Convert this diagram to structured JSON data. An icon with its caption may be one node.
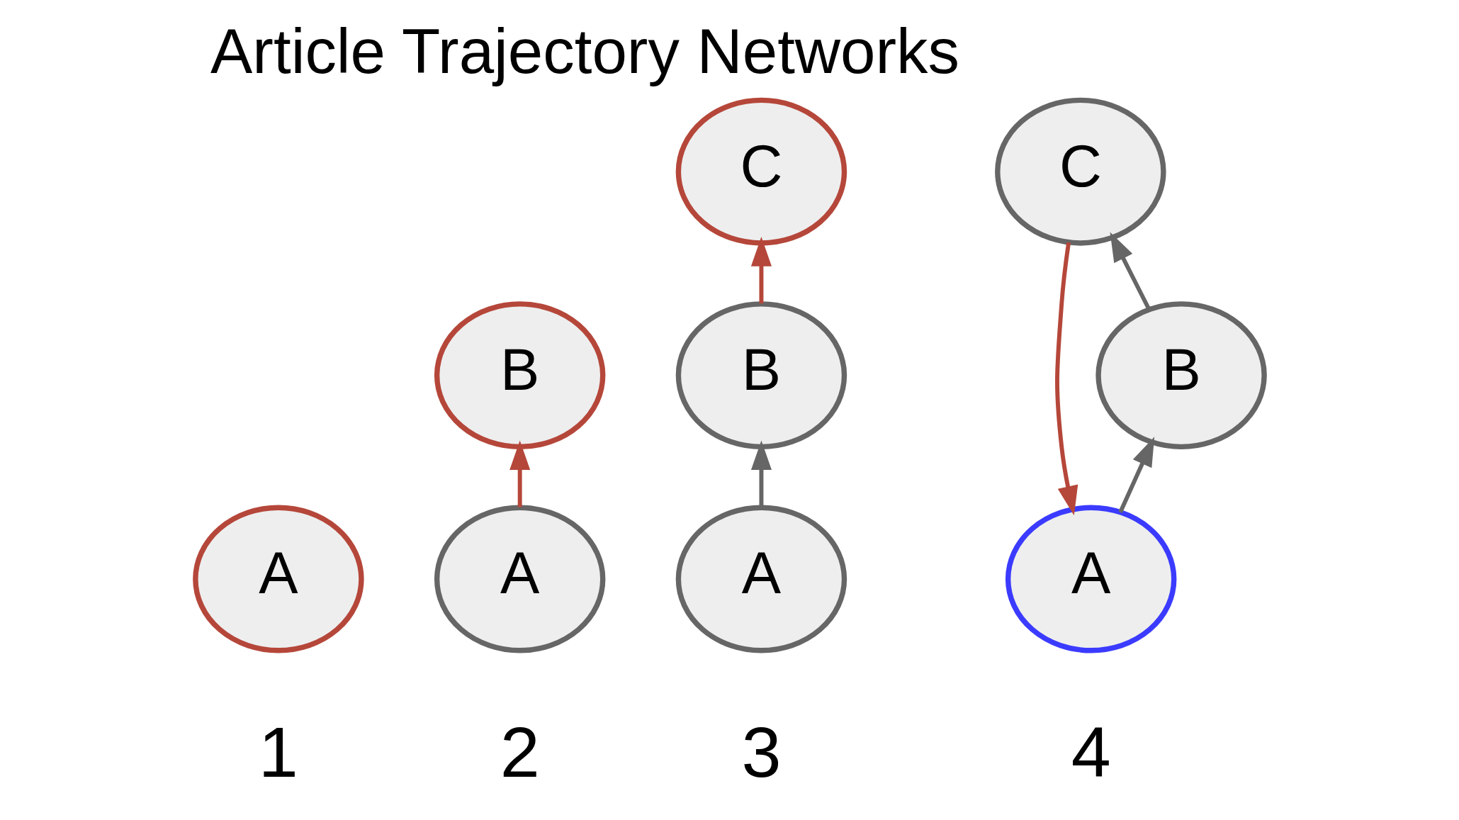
{
  "diagram": {
    "title": "Article Trajectory Networks",
    "nodes": [
      {
        "text": [
          "A"
        ]
      },
      {
        "text": [
          "B"
        ]
      },
      {
        "text": [
          "A"
        ]
      },
      {
        "text": [
          "B"
        ]
      },
      {
        "text": [
          "C"
        ]
      },
      {
        "text": [
          "A"
        ]
      },
      {
        "text": [
          "B"
        ]
      },
      {
        "text": [
          "C"
        ]
      },
      {
        "text": [
          "A"
        ]
      }
    ],
    "edges": [
      {
        "from": 2,
        "to": 1,
        "arrow": "to",
        "color": "#b5473a"
      },
      {
        "from": 5,
        "to": 3,
        "arrow": "to"
      },
      {
        "from": 3,
        "to": 4,
        "arrow": "to",
        "color": "#b5473a"
      },
      {
        "from": 8,
        "to": 6,
        "arrow": "to"
      },
      {
        "from": 6,
        "to": 7,
        "arrow": "to"
      },
      {
        "from": 7,
        "to": 8,
        "arrow": "to",
        "color": "#b5473a"
      }
    ],
    "labels": [
      "1",
      "2",
      "3",
      "4"
    ]
  }
}
